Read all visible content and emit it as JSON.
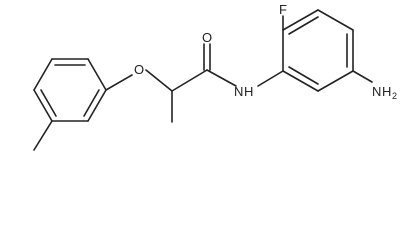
{
  "molecule": {
    "atoms": {
      "fluorine": "F",
      "carbonyl_oxygen": "O",
      "ether_oxygen": "O",
      "amide_nitrogen": "N",
      "amide_hydrogen": "H",
      "amine_nitrogen": "N",
      "amine_hydrogen": "H",
      "amine_h_count": "2"
    }
  }
}
